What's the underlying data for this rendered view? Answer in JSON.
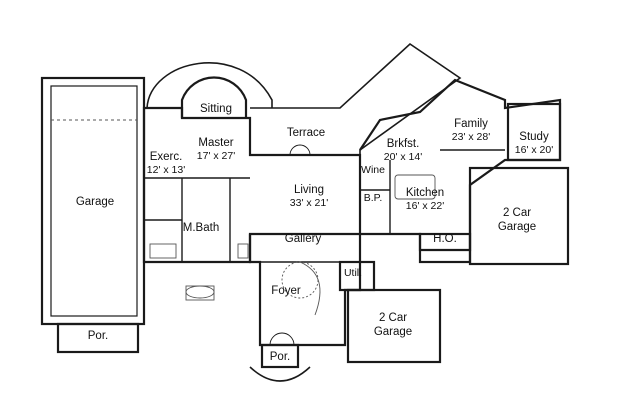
{
  "plan": {
    "rooms": {
      "garage_left": {
        "name": "Garage"
      },
      "porch_left": {
        "name": "Por."
      },
      "sitting": {
        "name": "Sitting"
      },
      "master": {
        "name": "Master",
        "dims": "17' x 27'"
      },
      "exercise": {
        "name": "Exerc.",
        "dims": "12' x 13'"
      },
      "master_bath": {
        "name": "M.Bath"
      },
      "terrace": {
        "name": "Terrace"
      },
      "living": {
        "name": "Living",
        "dims": "33' x 21'"
      },
      "gallery": {
        "name": "Gallery"
      },
      "foyer": {
        "name": "Foyer"
      },
      "porch_front": {
        "name": "Por."
      },
      "wine": {
        "name": "Wine"
      },
      "bp": {
        "name": "B.P."
      },
      "breakfast": {
        "name": "Brkfst.",
        "dims": "20' x 14'"
      },
      "kitchen": {
        "name": "Kitchen",
        "dims": "16' x 22'"
      },
      "family": {
        "name": "Family",
        "dims": "23' x 28'"
      },
      "study": {
        "name": "Study",
        "dims": "16' x 20'"
      },
      "garage_right": {
        "name": "2 Car",
        "name2": "Garage"
      },
      "garage_bottom": {
        "name": "2 Car",
        "name2": "Garage"
      },
      "home_office": {
        "name": "H.O."
      },
      "utility": {
        "name": "Util."
      }
    },
    "colors": {
      "wall": "#1a1a1a",
      "fixture": "#555555",
      "background": "#ffffff"
    }
  }
}
